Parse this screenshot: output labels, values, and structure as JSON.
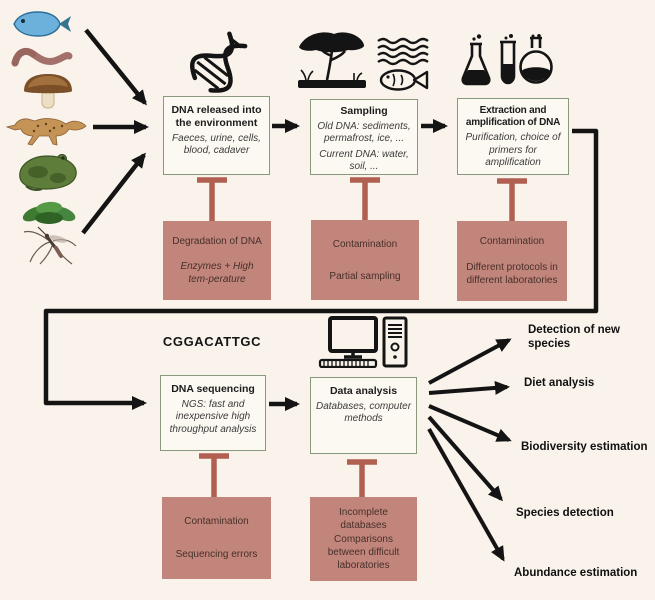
{
  "colors": {
    "background": "#faf3ec",
    "stage_border": "#89997c",
    "stage_fill": "#fcf8f2",
    "issue_fill": "#c1857b",
    "inhibitor": "#b05f50",
    "arrow": "#141414",
    "issue_text": "#47302a"
  },
  "organisms": [
    "fish",
    "earthworm",
    "mushroom",
    "cheetah",
    "frog",
    "plant",
    "mosquito"
  ],
  "icons": [
    "dna-helix",
    "savanna-tree",
    "fish-and-waves",
    "lab-flasks",
    "desktop-computer"
  ],
  "sequence_label": "CGGACATTGC",
  "stages": {
    "dna_release": {
      "title": "DNA released into the environment",
      "note": "Faeces, urine, cells, blood, cadaver"
    },
    "sampling": {
      "title": "Sampling",
      "note1": "Old DNA: sediments, permafrost, ice, ...",
      "note2": "Current DNA: water, soil, ..."
    },
    "extraction": {
      "title": "Extraction and amplification of DNA",
      "note": "Purification, choice of primers for amplification"
    },
    "sequencing": {
      "title": "DNA sequencing",
      "note": "NGS: fast and inexpensive high throughput analysis"
    },
    "analysis": {
      "title": "Data analysis",
      "note": "Databases, computer methods"
    }
  },
  "issues": {
    "degradation": {
      "title": "Degradation of DNA",
      "detail": "Enzymes + High tem-perature"
    },
    "sampling": {
      "title": "Contamination",
      "detail": "Partial sampling"
    },
    "extraction": {
      "title": "Contamination",
      "detail": "Different protocols in different laboratories"
    },
    "sequencing": {
      "title": "Contamination",
      "detail": "Sequencing errors"
    },
    "analysis": {
      "title": "Incomplete databases",
      "detail": "Comparisons between difficult laboratories"
    }
  },
  "outputs": [
    "Detection of new species",
    "Diet analysis",
    "Biodiversity estimation",
    "Species detection",
    "Abundance estimation"
  ]
}
